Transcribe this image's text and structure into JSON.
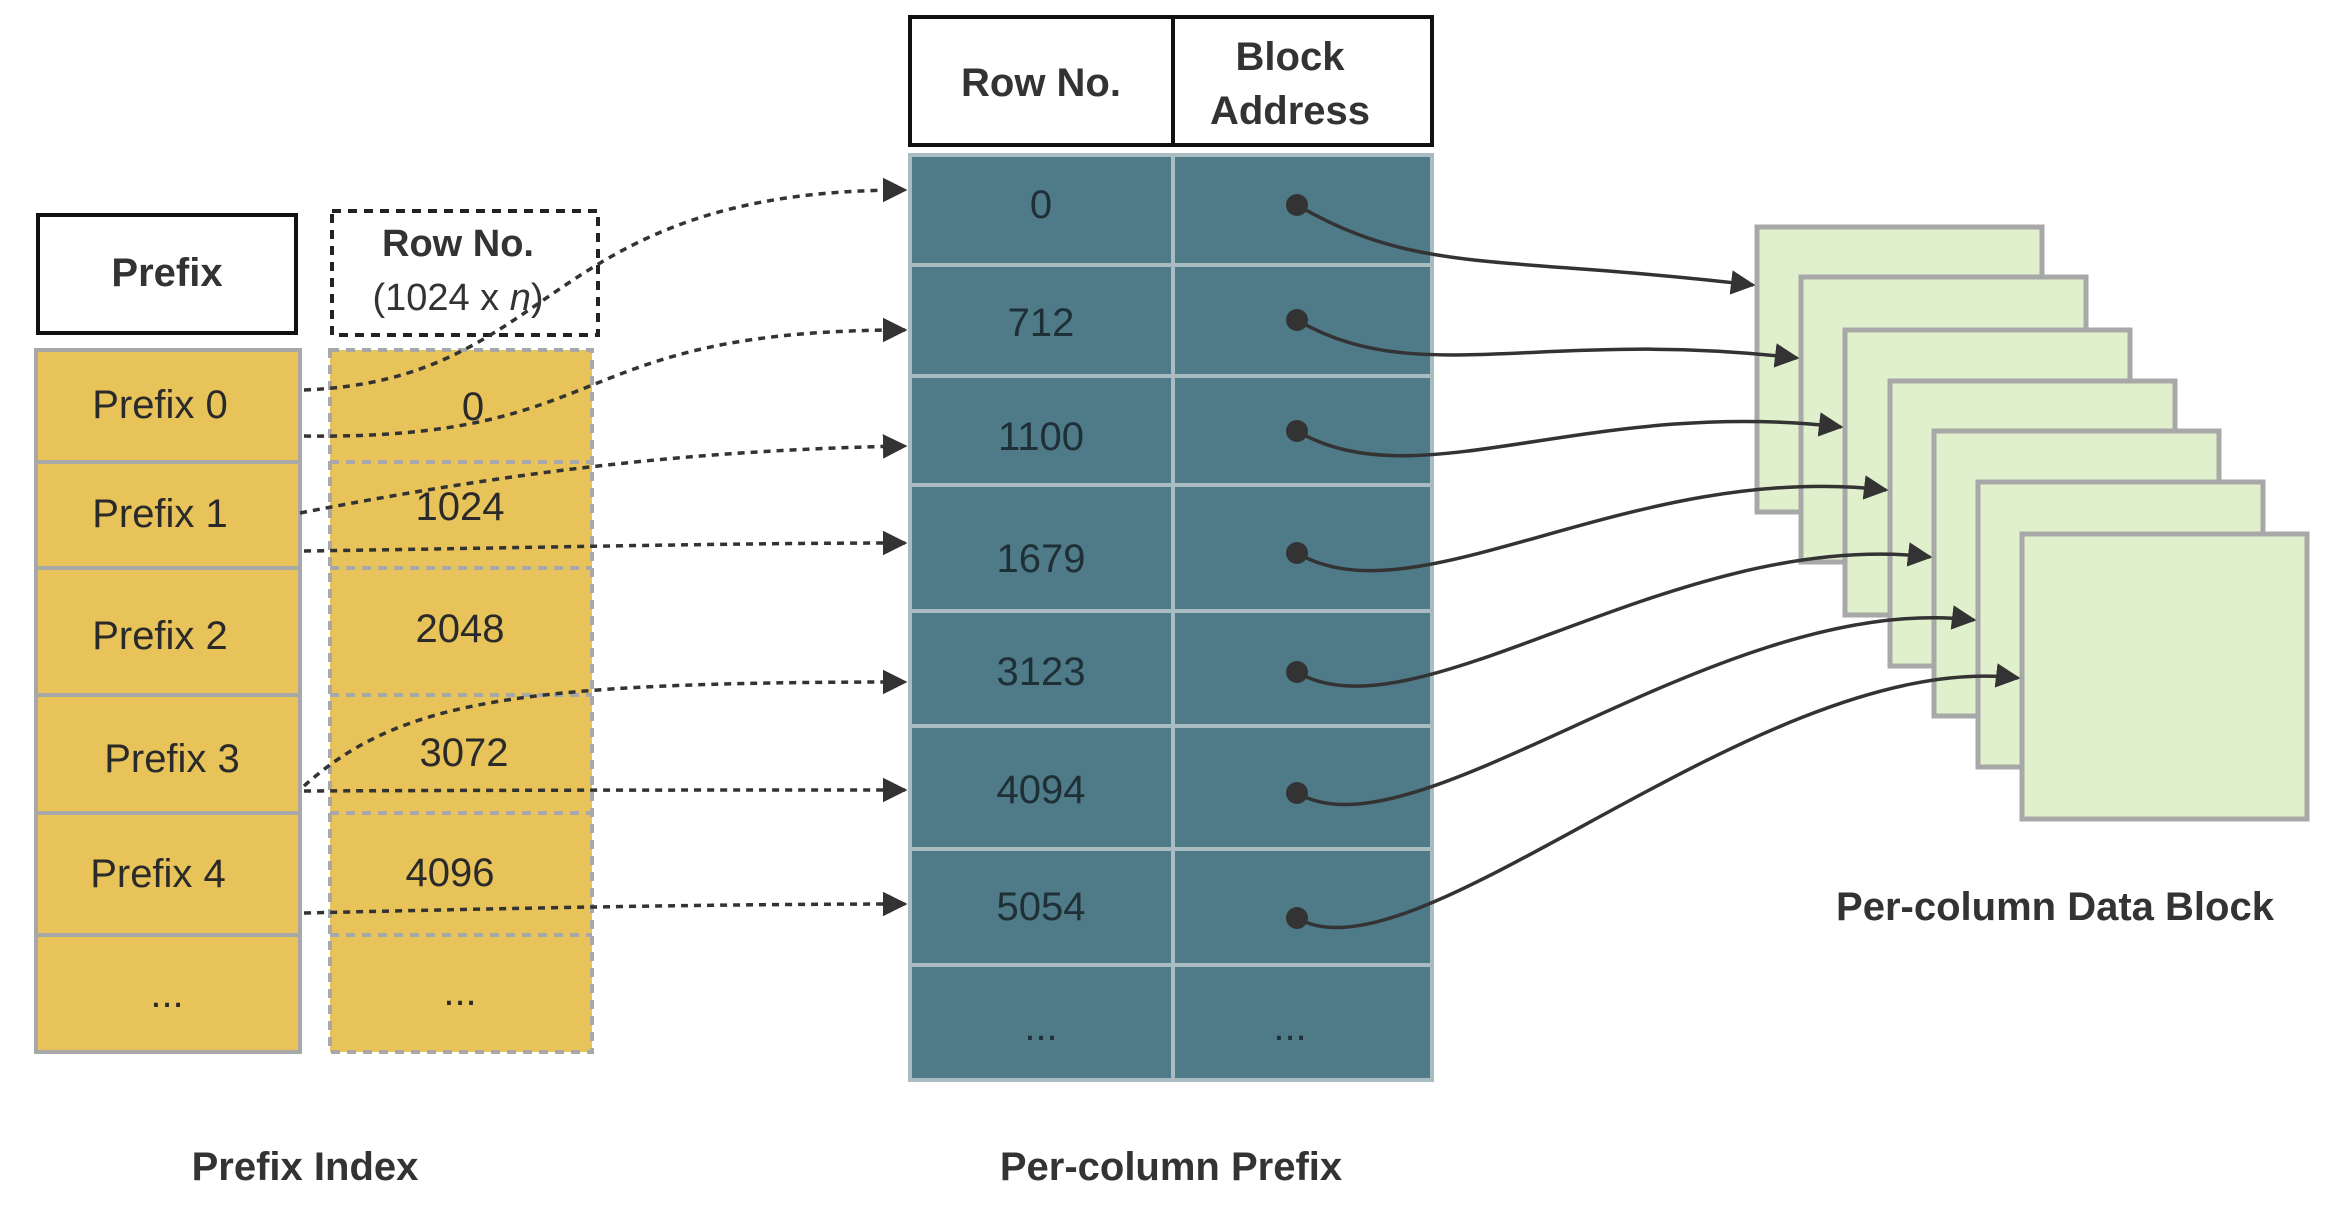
{
  "colors": {
    "prefix_fill": "#e8c35a",
    "prefix_border": "#a8a8a8",
    "column_fill": "#4f7a88",
    "column_divider": "#a9bcc2",
    "block_fill": "#e0efcc",
    "block_border": "#a8a8a8",
    "text_dark": "#333333",
    "arrow": "#333333"
  },
  "prefix_index": {
    "caption": "Prefix Index",
    "prefix_header": "Prefix",
    "rowno_header_line1": "Row No.",
    "rowno_header_line2_pre": "(1024 x ",
    "rowno_header_line2_var": "n",
    "rowno_header_line2_post": ")",
    "rows": [
      {
        "prefix": "Prefix 0",
        "row_no": "0"
      },
      {
        "prefix": "Prefix 1",
        "row_no": "1024"
      },
      {
        "prefix": "Prefix 2",
        "row_no": "2048"
      },
      {
        "prefix": "Prefix 3",
        "row_no": "3072"
      },
      {
        "prefix": "Prefix 4",
        "row_no": "4096"
      },
      {
        "prefix": "...",
        "row_no": "..."
      }
    ]
  },
  "per_column_prefix": {
    "caption": "Per-column Prefix",
    "rowno_header": "Row No.",
    "block_header_line1": "Block",
    "block_header_line2": "Address",
    "rows": [
      {
        "row_no": "0",
        "has_pointer": true
      },
      {
        "row_no": "712",
        "has_pointer": true
      },
      {
        "row_no": "1100",
        "has_pointer": true
      },
      {
        "row_no": "1679",
        "has_pointer": true
      },
      {
        "row_no": "3123",
        "has_pointer": true
      },
      {
        "row_no": "4094",
        "has_pointer": true
      },
      {
        "row_no": "5054",
        "has_pointer": true
      },
      {
        "row_no": "...",
        "has_pointer": false,
        "block_text": "..."
      }
    ]
  },
  "data_blocks": {
    "caption": "Per-column Data Block",
    "count": 7
  }
}
